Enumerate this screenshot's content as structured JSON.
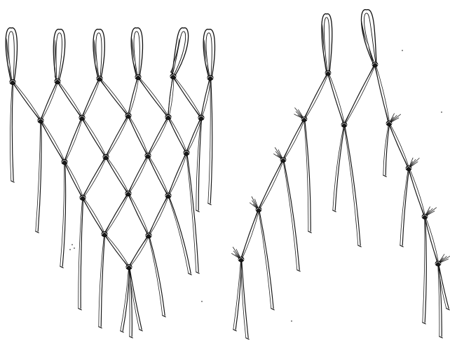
{
  "illustration": {
    "style": "engraving",
    "ink_color": "#111111",
    "paper_color": "#ffffff",
    "panels": [
      {
        "id": "left",
        "subject": "net-of-cords-with-loops-and-knots",
        "loops": 6
      },
      {
        "id": "right",
        "subject": "knotted-cord-chain",
        "loops": 2
      }
    ]
  }
}
